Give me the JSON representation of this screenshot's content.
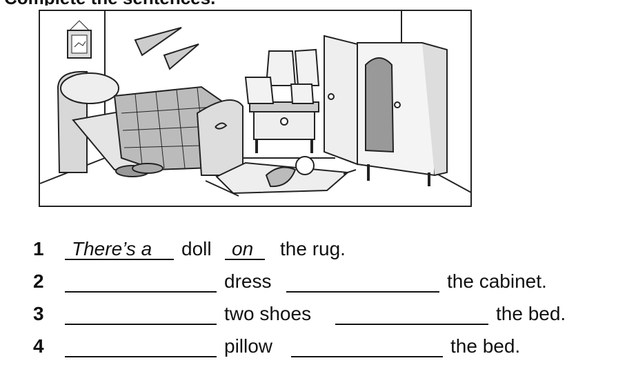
{
  "header": {
    "instruction_fragment": "Complete the sentences."
  },
  "exercises": [
    {
      "number": "1",
      "answer1": "There’s a",
      "middle": "doll",
      "answer2": "on",
      "end": "the rug."
    },
    {
      "number": "2",
      "answer1": "",
      "middle": "dress",
      "answer2": "",
      "end": "the cabinet."
    },
    {
      "number": "3",
      "answer1": "",
      "middle": "two shoes",
      "answer2": "",
      "end": "the bed."
    },
    {
      "number": "4",
      "answer1": "",
      "middle": "pillow",
      "answer2": "",
      "end": "the bed."
    }
  ]
}
